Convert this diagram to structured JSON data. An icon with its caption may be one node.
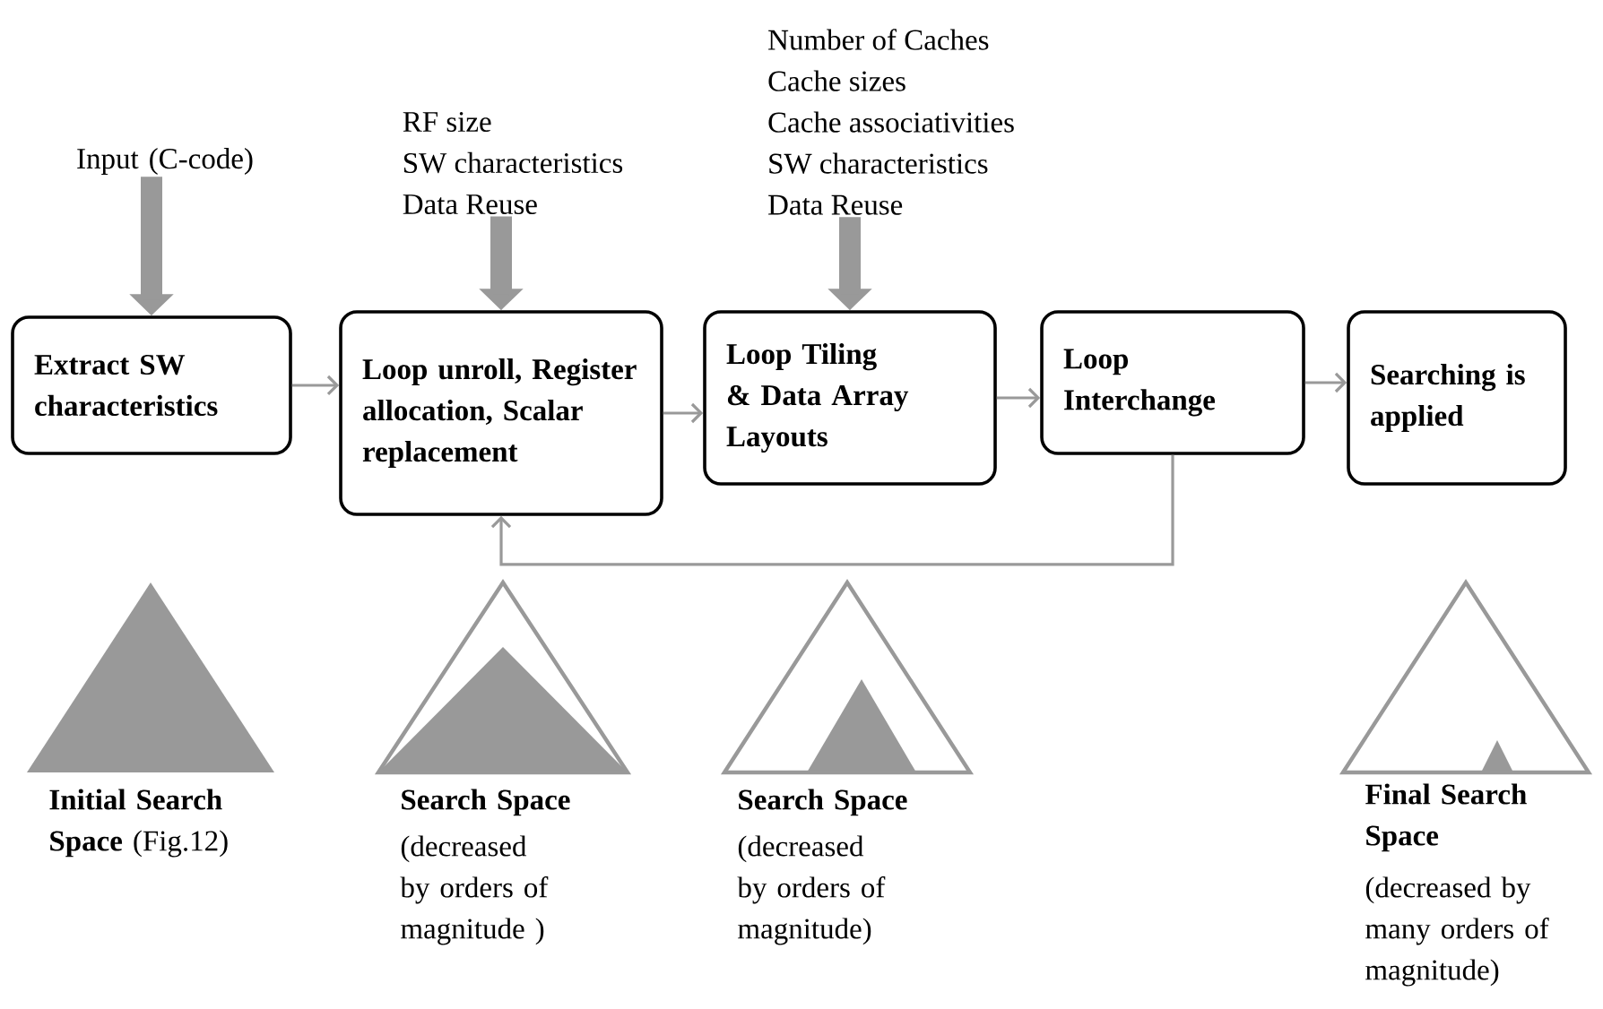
{
  "diagram": {
    "nodes": [
      {
        "text": [
          "Input (C-code)"
        ]
      },
      {
        "text": [
          "RF size",
          "SW characteristics",
          "Data Reuse"
        ]
      },
      {
        "text": [
          "Number of Caches",
          "Cache sizes",
          "Cache associativities",
          "SW characteristics",
          "Data Reuse"
        ]
      },
      {
        "text": [
          "Extract SW characteristics"
        ]
      },
      {
        "text": [
          "Loop unroll, Register allocation, Scalar replacement"
        ]
      },
      {
        "text": [
          "Loop Tiling & Data Array Layouts"
        ]
      },
      {
        "text": [
          "Loop Interchange"
        ]
      },
      {
        "text": [
          "Searching is applied"
        ]
      }
    ],
    "edges": [
      {
        "from": 0,
        "to": 3,
        "arrow": "to",
        "style": "thick"
      },
      {
        "from": 1,
        "to": 4,
        "arrow": "to",
        "style": "thick"
      },
      {
        "from": 2,
        "to": 5,
        "arrow": "to",
        "style": "thick"
      },
      {
        "from": 3,
        "to": 4,
        "arrow": "to"
      },
      {
        "from": 4,
        "to": 5,
        "arrow": "to"
      },
      {
        "from": 5,
        "to": 6,
        "arrow": "to"
      },
      {
        "from": 6,
        "to": 7,
        "arrow": "to"
      },
      {
        "from": 6,
        "to": 4,
        "arrow": "to"
      }
    ],
    "labels": [
      "**Initial Search Space** (Fig.12)",
      "Search Space",
      "(decreased by orders of magnitude )",
      "Search Space",
      "(decreased by orders of magnitude)",
      "Final Search Space",
      "(decreased by many orders of magnitude)"
    ]
  }
}
